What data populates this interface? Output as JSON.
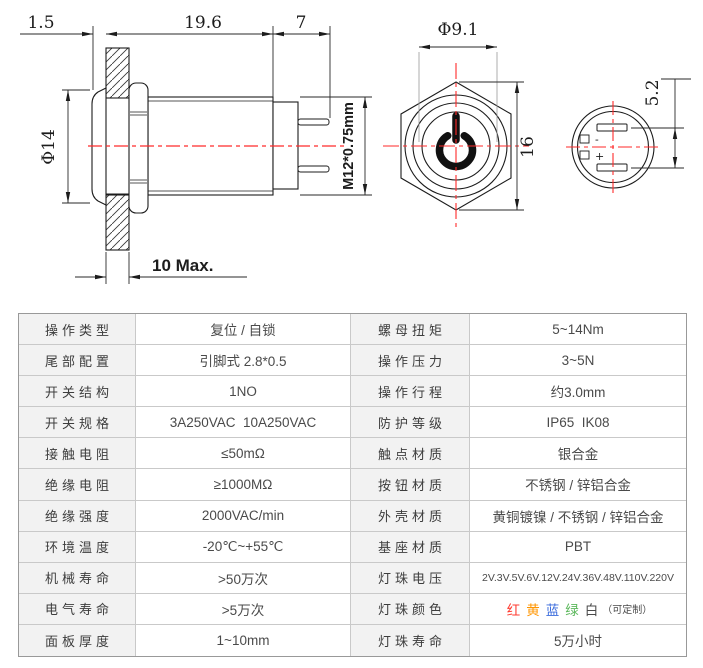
{
  "drawing": {
    "side": {
      "head_protrusion": "1.5",
      "body_length": "19.6",
      "pin_length": "7",
      "head_diameter": "Φ14",
      "thread_spec": "M12*0.75mm",
      "panel_thickness_max": "10 Max."
    },
    "front": {
      "button_diameter": "Φ9.1",
      "across_corners": "16"
    },
    "back": {
      "pin_spacing": "5.2",
      "terminal_neg": "-",
      "terminal_pos": "+"
    },
    "colors": {
      "centerline": "#ff2a2a",
      "outline": "#1c1c1c"
    }
  },
  "spec_table": {
    "left": [
      {
        "label": "操作类型",
        "value": "复位 / 自锁"
      },
      {
        "label": "尾部配置",
        "value": "引脚式 2.8*0.5"
      },
      {
        "label": "开关结构",
        "value": "1NO"
      },
      {
        "label": "开关规格",
        "value": "3A250VAC  10A250VAC"
      },
      {
        "label": "接触电阻",
        "value": "≤50mΩ"
      },
      {
        "label": "绝缘电阻",
        "value": "≥1000MΩ"
      },
      {
        "label": "绝缘强度",
        "value": "2000VAC/min"
      },
      {
        "label": "环境温度",
        "value": "-20℃~+55℃"
      },
      {
        "label": "机械寿命",
        "value": ">50万次"
      },
      {
        "label": "电气寿命",
        "value": ">5万次"
      },
      {
        "label": "面板厚度",
        "value": "1~10mm"
      }
    ],
    "right": [
      {
        "label": "螺母扭矩",
        "value": "5~14Nm"
      },
      {
        "label": "操作压力",
        "value": "3~5N"
      },
      {
        "label": "操作行程",
        "value": "约3.0mm"
      },
      {
        "label": "防护等级",
        "value": "IP65  IK08"
      },
      {
        "label": "触点材质",
        "value": "银合金"
      },
      {
        "label": "按钮材质",
        "value": "不锈钢 / 锌铝合金"
      },
      {
        "label": "外壳材质",
        "value": "黄铜镀镍 / 不锈钢 / 锌铝合金"
      },
      {
        "label": "基座材质",
        "value": "PBT"
      },
      {
        "label": "灯珠电压",
        "value": "2V.3V.5V.6V.12V.24V.36V.48V.110V.220V"
      },
      {
        "label": "灯珠颜色",
        "parts": [
          {
            "text": "红",
            "color": "#ff3b30"
          },
          {
            "text": "黄",
            "color": "#ff9500"
          },
          {
            "text": "蓝",
            "color": "#3a6bdc"
          },
          {
            "text": "绿",
            "color": "#5cb85c"
          },
          {
            "text": "白",
            "color": "#4a4a4a"
          }
        ],
        "suffix": "（可定制）"
      },
      {
        "label": "灯珠寿命",
        "value": "5万小时"
      }
    ]
  }
}
